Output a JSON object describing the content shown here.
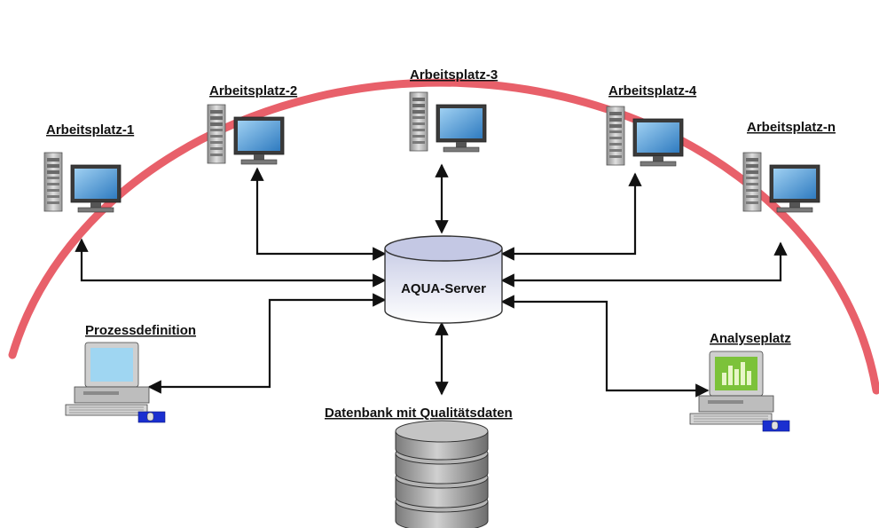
{
  "server": {
    "label": "AQUA-Server"
  },
  "workstations": [
    {
      "label": "Arbeitsplatz-1"
    },
    {
      "label": "Arbeitsplatz-2"
    },
    {
      "label": "Arbeitsplatz-3"
    },
    {
      "label": "Arbeitsplatz-4"
    },
    {
      "label": "Arbeitsplatz-n"
    }
  ],
  "process_definition": {
    "label": "Prozessdefinition"
  },
  "analysis": {
    "label": "Analyseplatz"
  },
  "database": {
    "label": "Datenbank mit Qualitätsdaten"
  },
  "colors": {
    "arc": "#e8606a",
    "server_top": "#d4d8ec",
    "server_bottom": "#ffffff",
    "database": "#a8a8a8",
    "screen_blue": "#5aa0d8",
    "analysis_screen": "#7cc23a",
    "pc_gray": "#c8c8c8",
    "mousepad": "#1a2fd0"
  }
}
